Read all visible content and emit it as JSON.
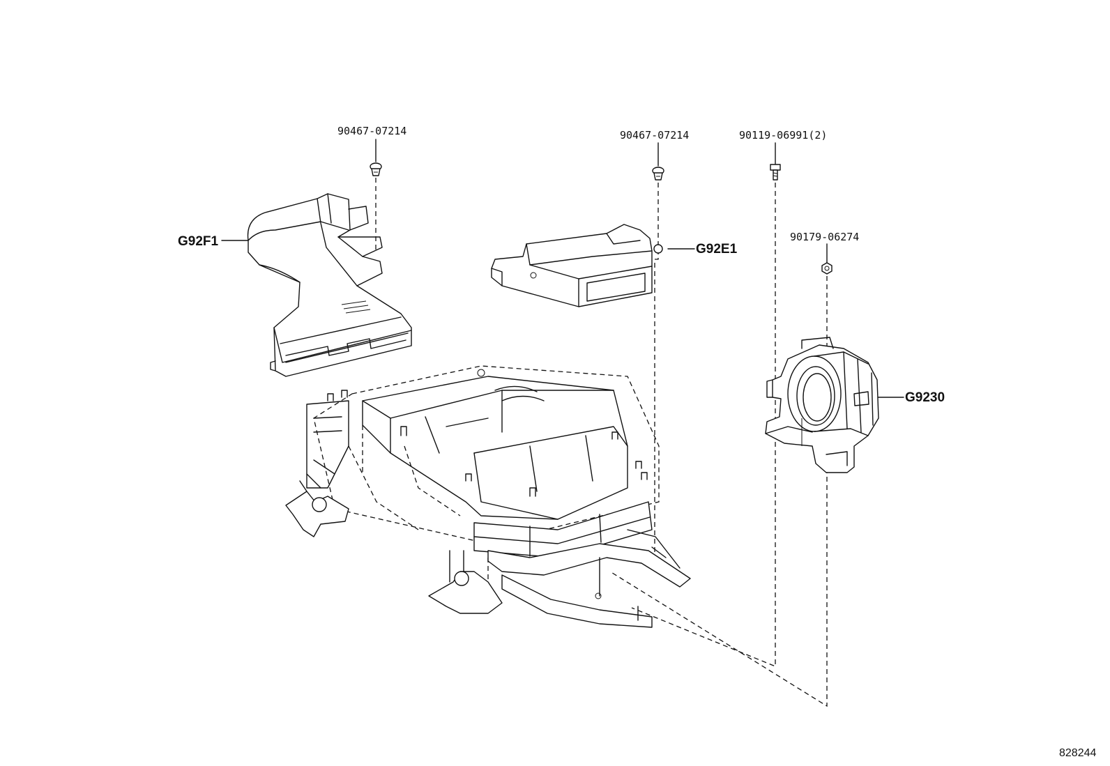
{
  "parts": {
    "clip_left": "90467-07214",
    "clip_middle": "90467-07214",
    "bolt": "90119-06991(2)",
    "nut": "90179-06274",
    "duct_left": "G92F1",
    "duct_middle": "G92E1",
    "blower": "G9230"
  },
  "figure_number": "828244"
}
